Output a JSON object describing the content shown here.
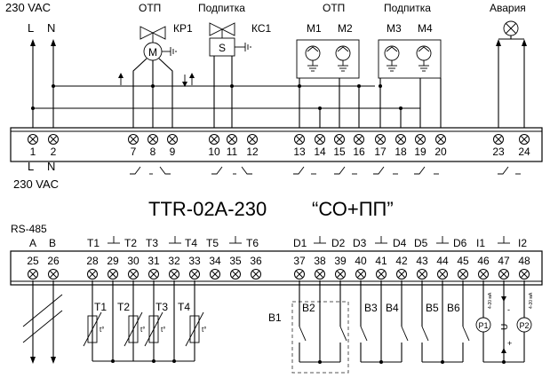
{
  "device": {
    "title_model": "TTR-02A-230",
    "title_variant": "“СО+ПП”"
  },
  "headers": {
    "supply": "230 VAC",
    "L": "L",
    "N": "N",
    "otp_valve": "ОТП",
    "podpitka_valve": "Подпитка",
    "otp_pumps": "ОТП",
    "podpitka_pumps": "Подпитка",
    "alarm": "Авария",
    "kr1": "КР1",
    "ks1": "КС1",
    "m1": "M1",
    "m2": "M2",
    "m3": "M3",
    "m4": "M4",
    "motor_letter": "M",
    "solenoid_letter": "S"
  },
  "top_terminals": [
    {
      "num": "1"
    },
    {
      "num": "2"
    },
    {
      "num": "7"
    },
    {
      "num": "8"
    },
    {
      "num": "9"
    },
    {
      "num": "10"
    },
    {
      "num": "11"
    },
    {
      "num": "12"
    },
    {
      "num": "13"
    },
    {
      "num": "14"
    },
    {
      "num": "15"
    },
    {
      "num": "16"
    },
    {
      "num": "17"
    },
    {
      "num": "18"
    },
    {
      "num": "19"
    },
    {
      "num": "20"
    },
    {
      "num": "23"
    },
    {
      "num": "24"
    }
  ],
  "top_under": {
    "L": "L",
    "N": "N",
    "supply": "230 VAC"
  },
  "bottom_terminals": [
    {
      "num": "25"
    },
    {
      "num": "26"
    },
    {
      "num": "28"
    },
    {
      "num": "29"
    },
    {
      "num": "30"
    },
    {
      "num": "31"
    },
    {
      "num": "32"
    },
    {
      "num": "33"
    },
    {
      "num": "34"
    },
    {
      "num": "35"
    },
    {
      "num": "36"
    },
    {
      "num": "37"
    },
    {
      "num": "38"
    },
    {
      "num": "39"
    },
    {
      "num": "40"
    },
    {
      "num": "41"
    },
    {
      "num": "42"
    },
    {
      "num": "43"
    },
    {
      "num": "44"
    },
    {
      "num": "45"
    },
    {
      "num": "46"
    },
    {
      "num": "47"
    },
    {
      "num": "48"
    }
  ],
  "bottom_labels": {
    "rs485": "RS-485",
    "A": "A",
    "B": "B",
    "T1": "T1",
    "T2": "T2",
    "T3": "T3",
    "T4": "T4",
    "T5": "T5",
    "T6": "T6",
    "D1": "D1",
    "D2": "D2",
    "D3": "D3",
    "D4": "D4",
    "D5": "D5",
    "D6": "D6",
    "I1": "I1",
    "I2": "I2"
  },
  "sensors": {
    "T1": "T1",
    "T2": "T2",
    "T3": "T3",
    "T4": "T4",
    "temp_mark": "t°",
    "B1": "B1",
    "B2": "B2",
    "B3": "B3",
    "B4": "B4",
    "B5": "B5",
    "B6": "B6",
    "P1": "P1",
    "P2": "P2",
    "current_range_1": "4-20 мА",
    "current_range_2": "4-20 мА",
    "U": "U",
    "plus": "+",
    "minus": "-"
  }
}
